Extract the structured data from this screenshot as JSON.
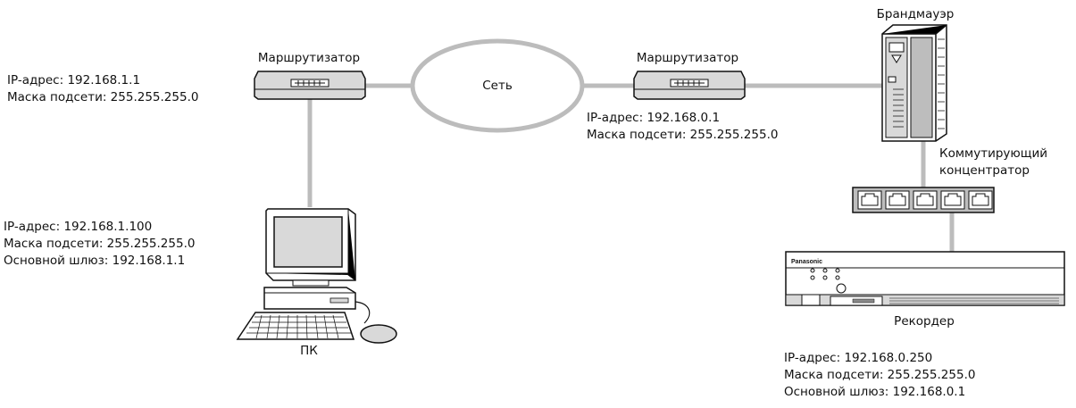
{
  "colors": {
    "link": "#bcbcbc",
    "outline": "#111111",
    "device_fill": "#ffffff",
    "shade_light": "#d9d9d9",
    "shade_mid": "#bdbdbd",
    "shade_dark": "#8a8a8a"
  },
  "labels": {
    "router_left": "Маршрутизатор",
    "router_right": "Маршрутизатор",
    "network": "Сеть",
    "firewall": "Брандмауэр",
    "switch_line1": "Коммутирующий",
    "switch_line2": "концентратор",
    "pc": "ПК",
    "recorder": "Рекордер",
    "recorder_brand": "Panasonic"
  },
  "router_left_info": {
    "ip": "IP-адрес: 192.168.1.1",
    "mask": "Маска подсети: 255.255.255.0"
  },
  "router_right_info": {
    "ip": "IP-адрес: 192.168.0.1",
    "mask": "Маска подсети: 255.255.255.0"
  },
  "pc_info": {
    "ip": "IP-адрес: 192.168.1.100",
    "mask": "Маска подсети: 255.255.255.0",
    "gateway": "Основной шлюз: 192.168.1.1"
  },
  "recorder_info": {
    "ip": "IP-адрес: 192.168.0.250",
    "mask": "Маска подсети: 255.255.255.0",
    "gateway": "Основной шлюз: 192.168.0.1"
  }
}
